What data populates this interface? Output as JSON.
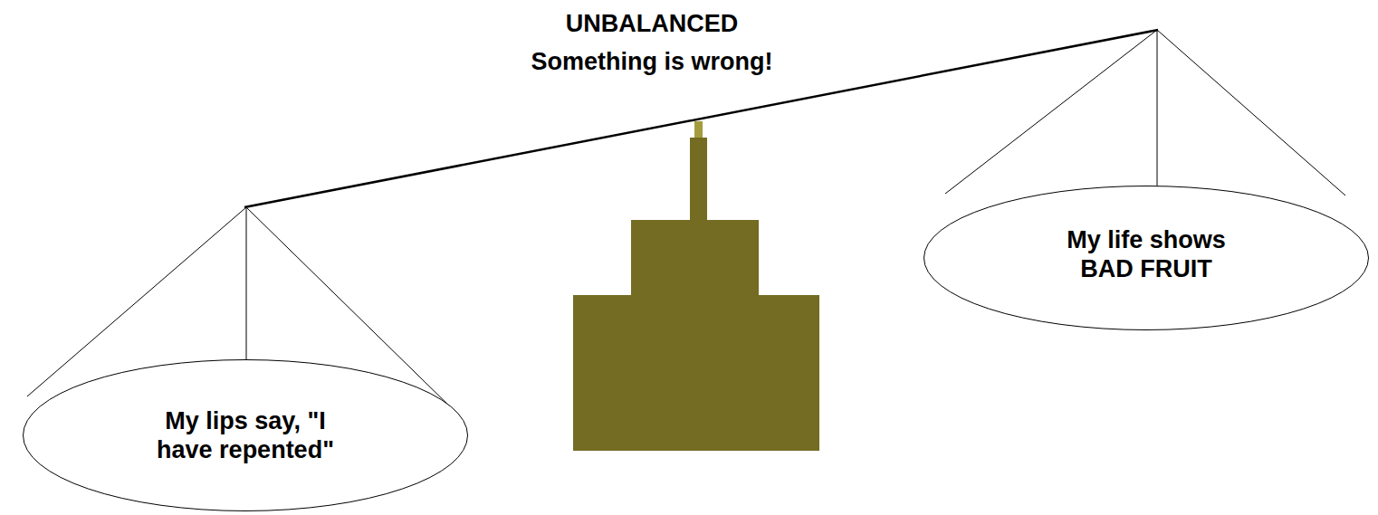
{
  "diagram": {
    "title": "UNBALANCED",
    "nodes": [
      {
        "text": [
          "My lips say, \"I have repented\""
        ]
      },
      {
        "text": [
          "My life shows BAD FRUIT"
        ]
      }
    ],
    "labels": [
      "Something is wrong!"
    ]
  }
}
